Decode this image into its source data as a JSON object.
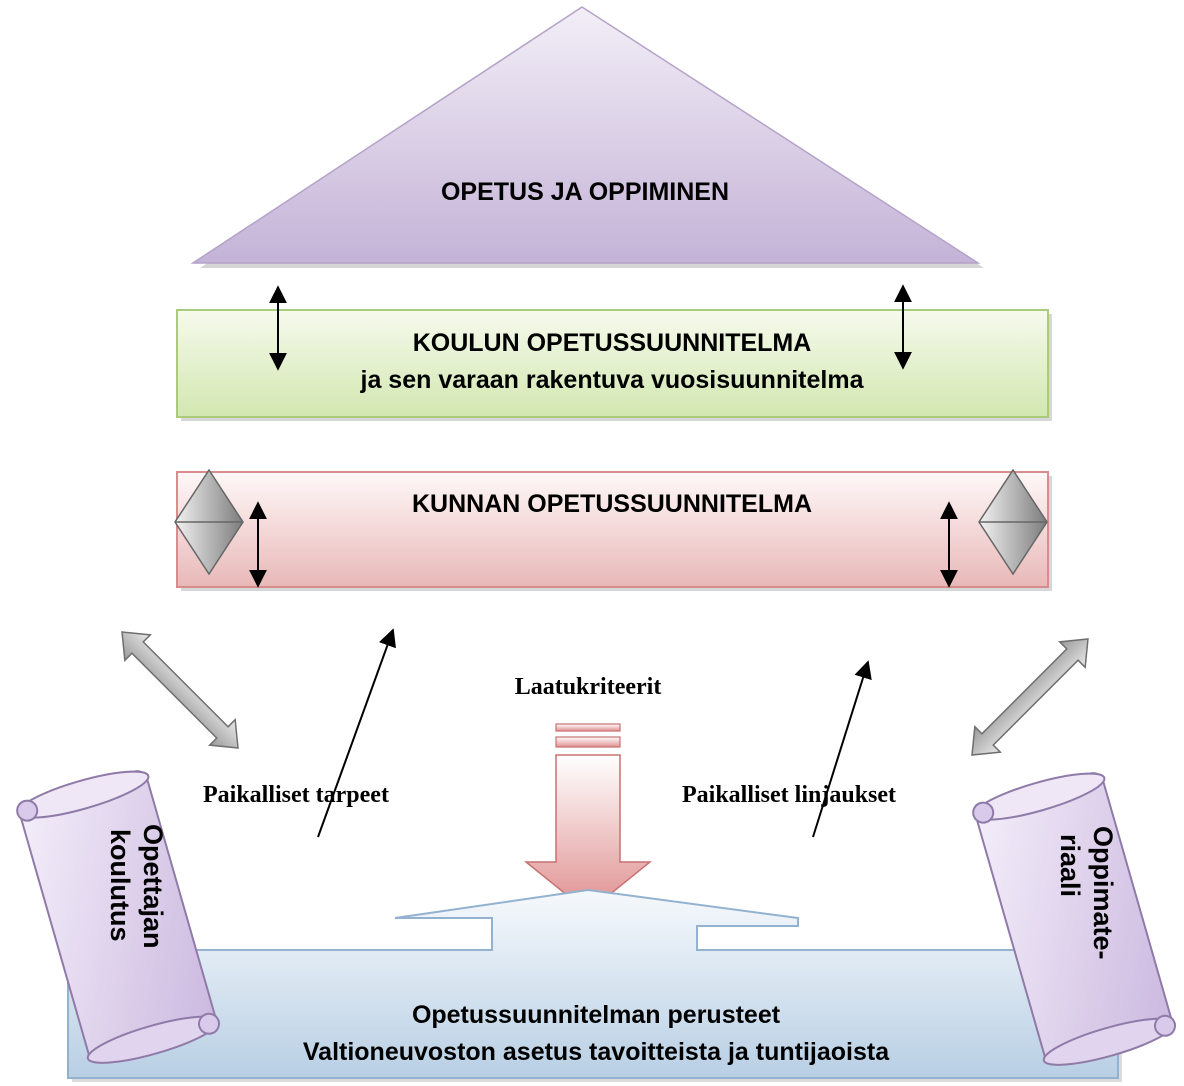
{
  "roof": {
    "label": "OPETUS JA OPPIMINEN"
  },
  "school_curriculum": {
    "title": "KOULUN OPETUSSUUNNITELMA",
    "subtitle": "ja sen varaan rakentuva vuosisuunnitelma"
  },
  "municipal_curriculum": {
    "title": "KUNNAN OPETUSSUUNNITELMA"
  },
  "influences": {
    "quality_criteria": "Laatukriteerit",
    "local_needs": "Paikalliset tarpeet",
    "local_policies": "Paikalliset linjaukset"
  },
  "foundation": {
    "title": "Opetussuunnitelman perusteet",
    "subtitle": "Valtioneuvoston asetus tavoitteista ja tuntijaoista"
  },
  "scroll_left": {
    "line1": "Opettajan",
    "line2": "koulutus"
  },
  "scroll_right": {
    "line1": "Oppimate-",
    "line2": "riaali"
  },
  "colors": {
    "roof_top": "#f3eef7",
    "roof_bottom": "#c4b3d7",
    "school_box_top": "#f6faed",
    "school_box_bottom": "#d2e7b0",
    "school_border": "#a9cb7b",
    "municipal_top": "#fff8f8",
    "municipal_bottom": "#e8b8b8",
    "municipal_border": "#d98c8c",
    "foundation_top": "#f6f9fc",
    "foundation_bottom": "#b8cfe4",
    "foundation_border": "#92b2d0",
    "pink_arrow": "#df8f8f",
    "scroll_fill": "#e3d6ef",
    "scroll_border": "#8f7aa8"
  }
}
